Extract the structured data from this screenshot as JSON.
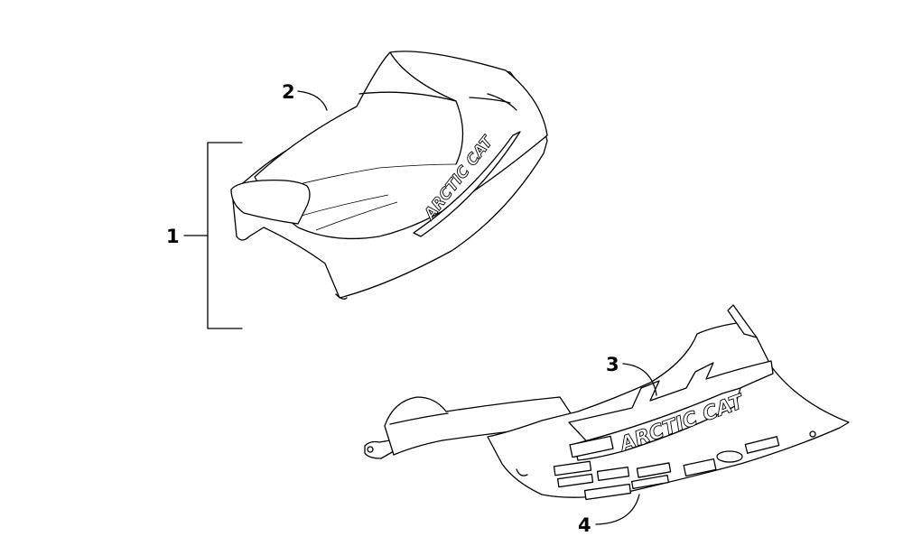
{
  "callouts": [
    {
      "id": "1",
      "label": "1"
    },
    {
      "id": "2",
      "label": "2"
    },
    {
      "id": "3",
      "label": "3"
    },
    {
      "id": "4",
      "label": "4"
    }
  ],
  "parts": {
    "seat_assembly": {
      "callout": "1"
    },
    "seat": {
      "callout": "2",
      "decal_text": "ARCTIC CAT"
    },
    "seat_base": {
      "callout": "3",
      "decal_text": "ARCTIC CAT"
    },
    "decal_set": {
      "callout": "4"
    }
  }
}
